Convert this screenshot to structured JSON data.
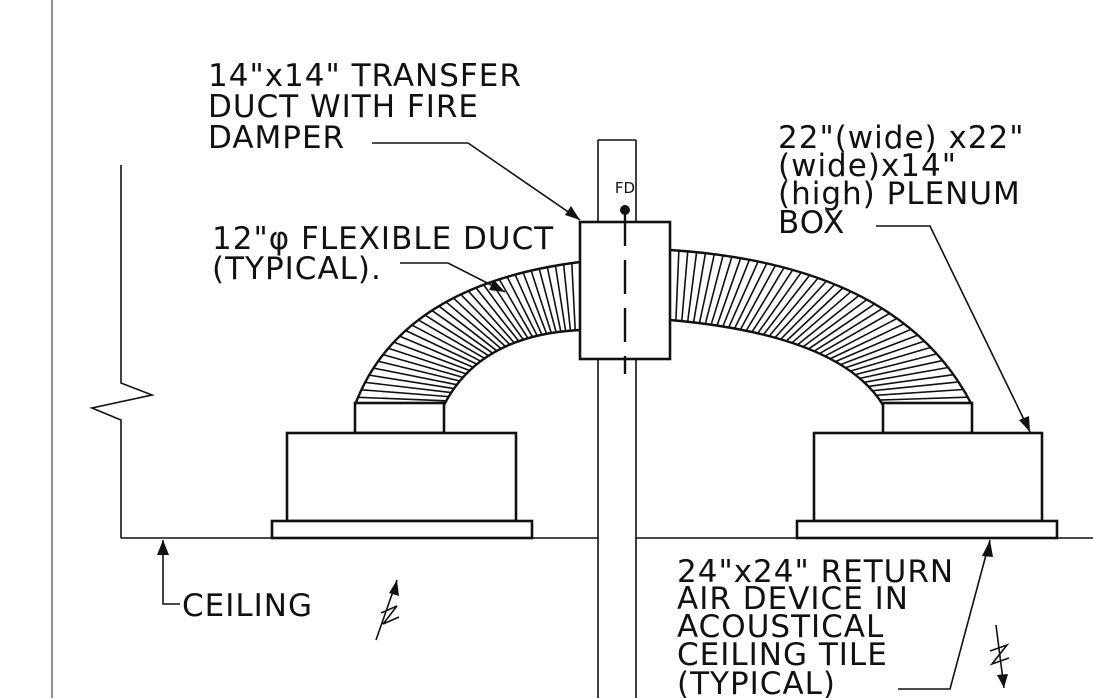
{
  "labels": {
    "transfer_duct": [
      "14\"x14\" TRANSFER",
      "DUCT WITH FIRE",
      "DAMPER"
    ],
    "plenum_box": [
      "22\"(wide) x22\"",
      "(wide)x14\"",
      "(high) PLENUM",
      "BOX"
    ],
    "flexible_duct": [
      "12\"φ FLEXIBLE DUCT",
      "(TYPICAL)."
    ],
    "fire_damper_tag": "FD",
    "ceiling": "CEILING",
    "return_air_device": [
      "24\"x24\" RETURN",
      "AIR DEVICE IN",
      "ACOUSTICAL",
      "CEILING TILE",
      "(TYPICAL)"
    ]
  }
}
